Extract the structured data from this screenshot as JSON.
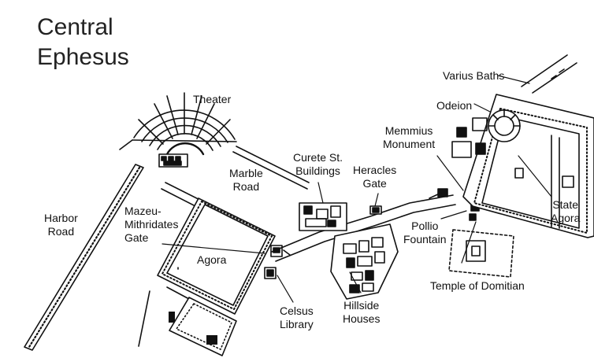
{
  "map": {
    "title_line1": "Central",
    "title_line2": "Ephesus",
    "labels": {
      "varius_baths": "Varius Baths",
      "odeion": "Odeion",
      "theater": "Theater",
      "memmius_1": "Memmius",
      "memmius_2": "Monument",
      "curete_1": "Curete St.",
      "curete_2": "Buildings",
      "marble_1": "Marble",
      "marble_2": "Road",
      "heracles_1": "Heracles",
      "heracles_2": "Gate",
      "harbor_1": "Harbor",
      "harbor_2": "Road",
      "mazeu_1": "Mazeu-",
      "mazeu_2": "Mithridates",
      "mazeu_3": "Gate",
      "agora": "Agora",
      "state_1": "State",
      "state_2": "Agora",
      "pollio_1": "Pollio",
      "pollio_2": "Fountain",
      "domitian": "Temple of Domitian",
      "celsus_1": "Celsus",
      "celsus_2": "Library",
      "hillside_1": "Hillside",
      "hillside_2": "Houses"
    }
  }
}
